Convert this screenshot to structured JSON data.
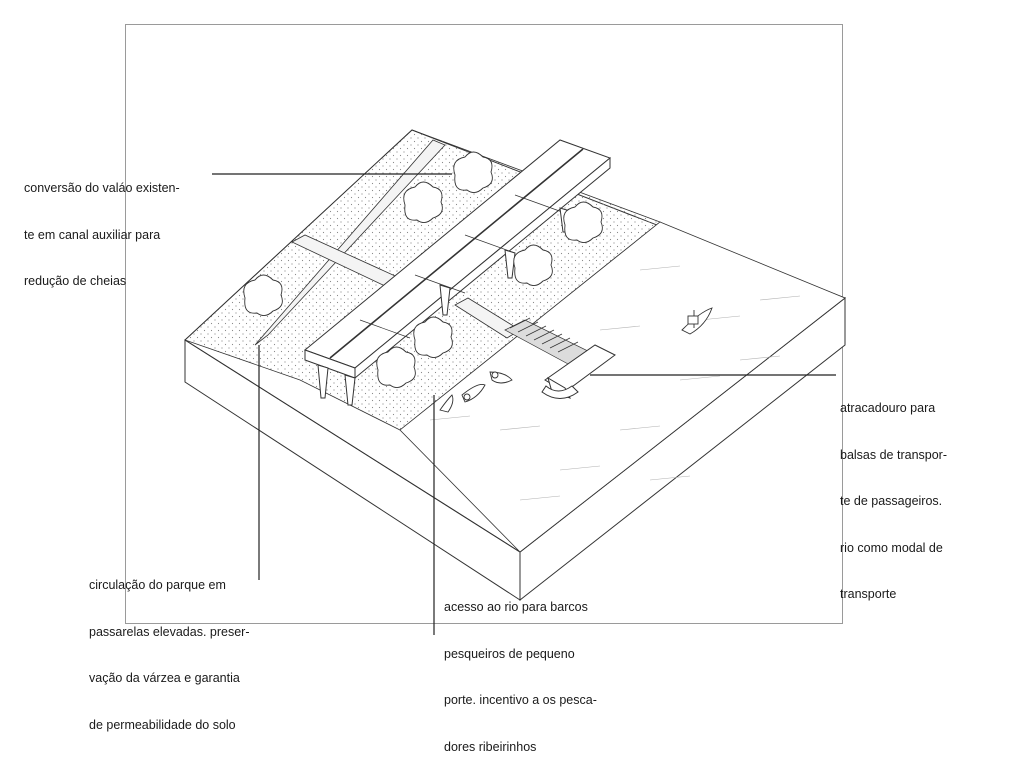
{
  "annotations": {
    "canal": {
      "lines": [
        "conversão do valáo existen-",
        "te em canal auxiliar para",
        "redução de cheias"
      ]
    },
    "walkways": {
      "lines": [
        "circulação do parque em",
        "passarelas elevadas. preser-",
        "vação da várzea e garantia",
        "de permeabilidade do solo"
      ]
    },
    "fishing": {
      "lines": [
        "acesso ao rio para barcos",
        "pesqueiros de pequeno",
        "porte. incentivo a os pesca-",
        "dores ribeirinhos"
      ]
    },
    "dock": {
      "lines": [
        "atracadouro para",
        "balsas de transpor-",
        "te de passageiros.",
        "rio como modal de",
        "transporte"
      ]
    }
  },
  "colors": {
    "line": "#333333",
    "land_fill": "#ffffff",
    "dots": "#8a8a8a"
  }
}
